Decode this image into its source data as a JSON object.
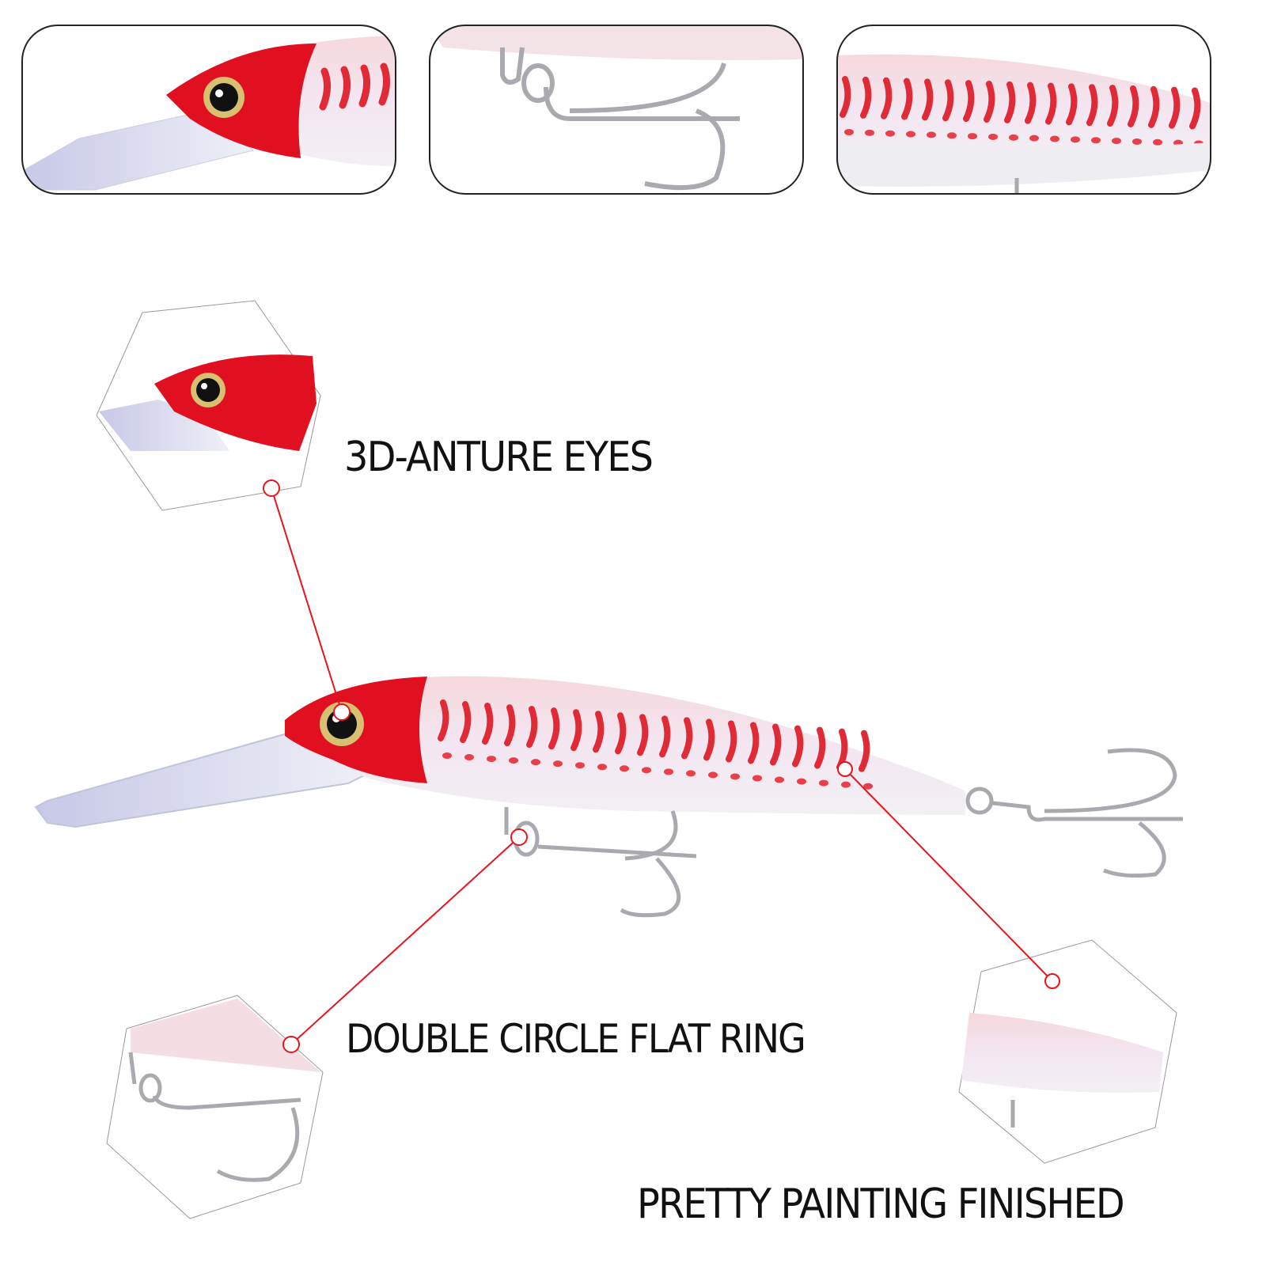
{
  "features": [
    {
      "label": "3D-ANTURE EYES"
    },
    {
      "label": "DOUBLE CIRCLE FLAT RING"
    },
    {
      "label": "PRETTY PAINTING FINISHED"
    }
  ],
  "colors": {
    "accent": "#e8141c",
    "lure_red": "#e01020",
    "outline": "#222222"
  }
}
